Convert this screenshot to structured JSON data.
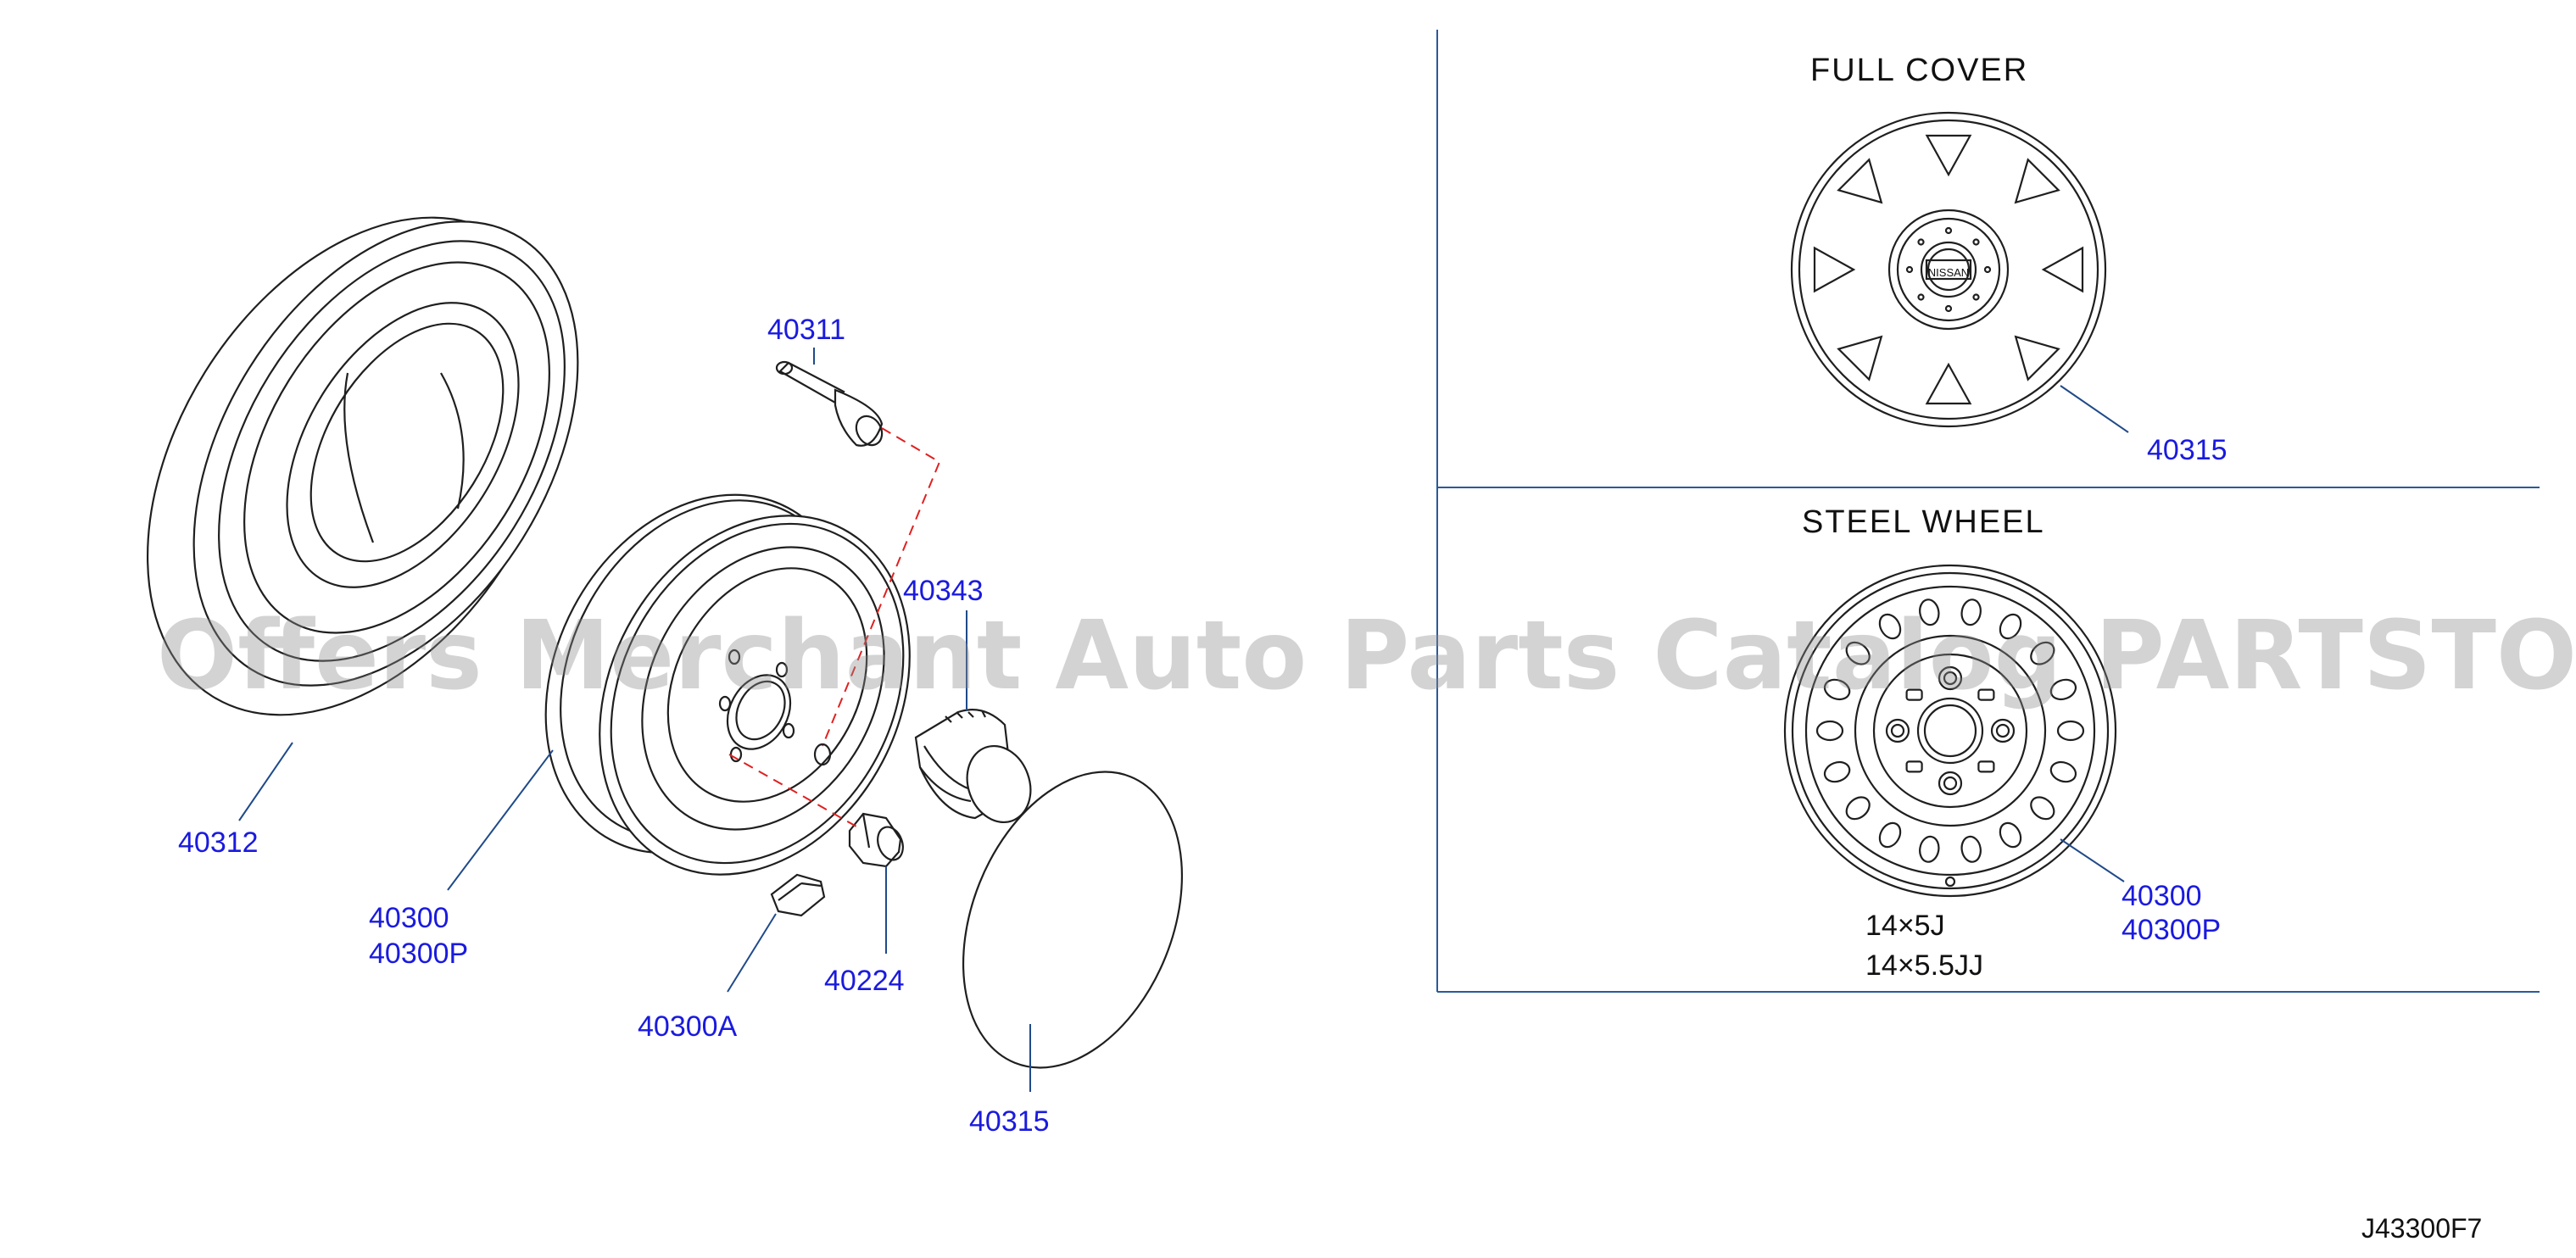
{
  "diagram": {
    "callouts": {
      "tire": "40312",
      "wheel_left_line1": "40300",
      "wheel_left_line2": "40300P",
      "valve": "40311",
      "hub_cap": "40343",
      "nut": "40224",
      "balance_weight": "40300A",
      "wheel_cover_left": "40315",
      "wheel_cover_right": "40315",
      "steel_wheel_line1": "40300",
      "steel_wheel_line2": "40300P"
    },
    "panels": {
      "full_cover_title": "FULL  COVER",
      "steel_wheel_title": "STEEL  WHEEL"
    },
    "specs": {
      "size_1": "14×5J",
      "size_2": "14×5.5JJ"
    },
    "logo_text": "NISSAN",
    "watermark": "Offers Merchant Auto Parts Catalog PARTSTORE.SA",
    "drawing_code": "J43300F7",
    "colors": {
      "callout": "#1a1adf",
      "leader": "#1f4a8a",
      "dashed_guide": "#e02020",
      "linework": "#1f1f1f"
    }
  }
}
